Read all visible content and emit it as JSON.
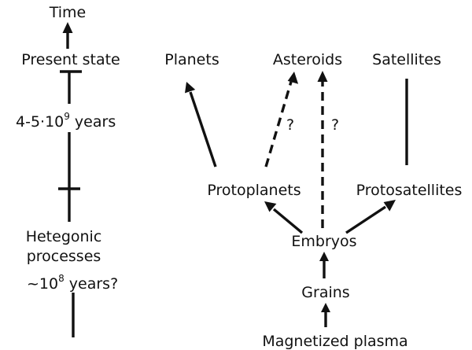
{
  "timeline": {
    "time_label": "Time",
    "present_label": "Present state",
    "age_prefix": "4-5·10",
    "age_exponent": "9",
    "age_unit": " years",
    "hetegonic_line1": "Hetegonic",
    "hetegonic_line2": "processes",
    "duration_prefix": "~10",
    "duration_exponent": "8",
    "duration_unit": " years?"
  },
  "nodes": {
    "planets": "Planets",
    "asteroids": "Asteroids",
    "satellites": "Satellites",
    "protoplanets": "Protoplanets",
    "protosatellites": "Protosatellites",
    "embryos": "Embryos",
    "grains": "Grains",
    "plasma": "Magnetized plasma"
  },
  "uncertain_marks": [
    "?",
    "?"
  ]
}
